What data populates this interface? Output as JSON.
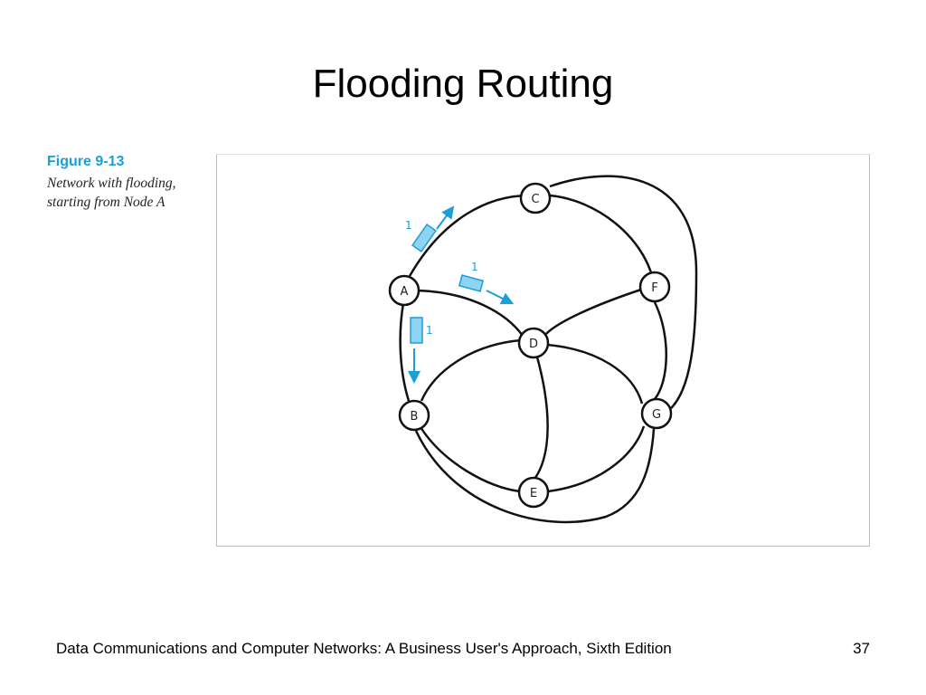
{
  "slide": {
    "title": "Flooding Routing",
    "footer": "Data Communications and Computer Networks: A Business User's Approach, Sixth Edition",
    "page_number": "37"
  },
  "figure": {
    "number": "Figure 9-13",
    "caption": "Network with flooding, starting from Node A"
  },
  "diagram": {
    "nodes": [
      "A",
      "B",
      "C",
      "D",
      "E",
      "F",
      "G"
    ],
    "edges": [
      [
        "A",
        "C"
      ],
      [
        "A",
        "D"
      ],
      [
        "A",
        "B"
      ],
      [
        "C",
        "F"
      ],
      [
        "C",
        "G"
      ],
      [
        "F",
        "D"
      ],
      [
        "F",
        "G"
      ],
      [
        "D",
        "B"
      ],
      [
        "D",
        "G"
      ],
      [
        "D",
        "E"
      ],
      [
        "B",
        "E"
      ],
      [
        "E",
        "G"
      ],
      [
        "B",
        "G"
      ]
    ],
    "packets": [
      {
        "label": "1",
        "from": "A",
        "toward": "C"
      },
      {
        "label": "1",
        "from": "A",
        "toward": "D"
      },
      {
        "label": "1",
        "from": "A",
        "toward": "B"
      }
    ],
    "colors": {
      "packet_fill": "#8fd3f2",
      "packet_stroke": "#1a9fd6",
      "arrow": "#1a9fd6",
      "edge": "#111111"
    }
  }
}
